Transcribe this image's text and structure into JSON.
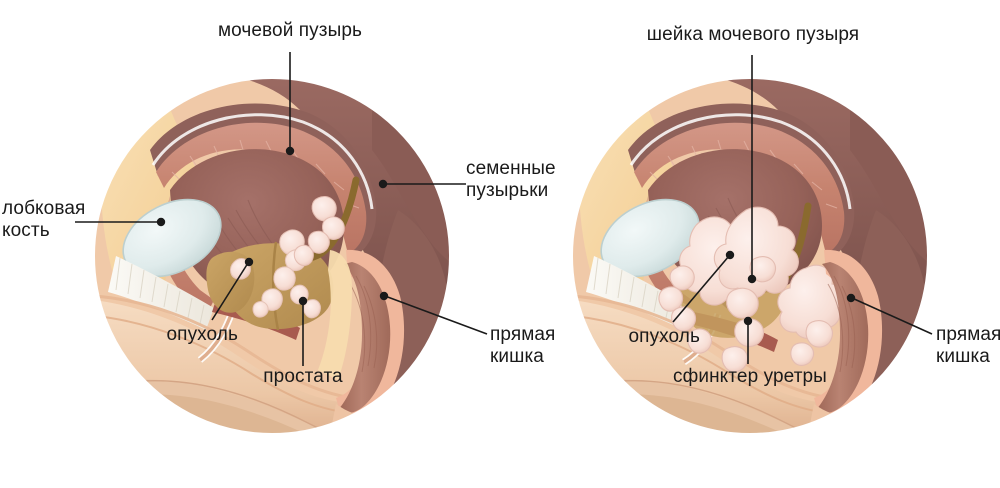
{
  "figure": {
    "kind": "medical-illustration",
    "description": "Сагиттальный разрез мужского таза: две круглые панели",
    "panels": [
      {
        "id": "left",
        "labels": [
          {
            "name": "bladder",
            "text": "мочевой пузырь"
          },
          {
            "name": "pubic-bone",
            "text": "лобковая\nкость"
          },
          {
            "name": "seminal-vesicles",
            "text": "семенные\nпузырьки"
          },
          {
            "name": "tumor",
            "text": "опухоль"
          },
          {
            "name": "prostate",
            "text": "простата"
          },
          {
            "name": "rectum",
            "text": "прямая\nкишка"
          }
        ]
      },
      {
        "id": "right",
        "labels": [
          {
            "name": "bladder-neck",
            "text": "шейка мочевого пузыря"
          },
          {
            "name": "tumor",
            "text": "опухоль"
          },
          {
            "name": "urethral-sphincter",
            "text": "сфинктер уретры"
          },
          {
            "name": "rectum",
            "text": "прямая\nкишка"
          }
        ]
      }
    ]
  },
  "colors": {
    "background": "#ffffff",
    "leader_line": "#1a1a1a",
    "label_text": "#1a1a1a",
    "bladder_lumen": "#9a6a63",
    "bladder_lumen_dark": "#7d544f",
    "bladder_wall": "#c98878",
    "bladder_outer": "#8d5f58",
    "pubic_bone": "#dde8e8",
    "pubic_bone_edge": "#b9cccc",
    "prostate": "#c09a5e",
    "tumor": "#f6ddd6",
    "tumor_edge": "#e4bdb2",
    "rectum_lumen": "#b27a6a",
    "rectum_wall": "#f0b79c",
    "fat_tissue": "#f6d8a8",
    "skin": "#f3cdb3",
    "muscle_dark": "#a85b4f",
    "ligament": "#f2efe8",
    "perineum": "#efd0b4",
    "seminal_vesicle": "#8a6a2e"
  }
}
